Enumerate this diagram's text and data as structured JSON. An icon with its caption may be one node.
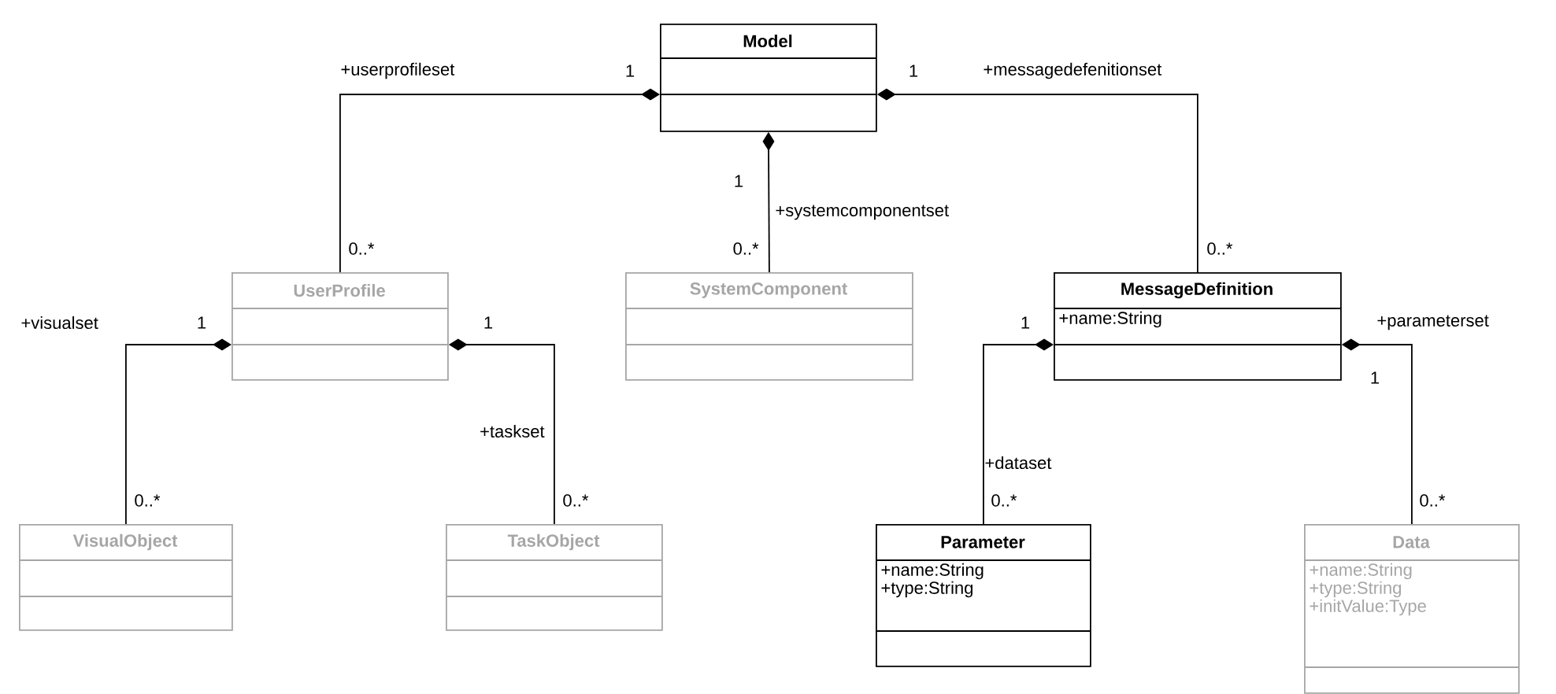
{
  "diagram": {
    "nodes": [
      {
        "text": [
          "Model"
        ]
      },
      {
        "text": [
          "UserProfile"
        ]
      },
      {
        "text": [
          "SystemComponent"
        ]
      },
      {
        "text": [
          "MessageDefinition",
          "+name:String"
        ]
      },
      {
        "text": [
          "VisualObject"
        ]
      },
      {
        "text": [
          "TaskObject"
        ]
      },
      {
        "text": [
          "Parameter",
          "+name:String",
          "+type:String"
        ]
      },
      {
        "text": [
          "Data",
          "+name:String",
          "+type:String",
          "+initValue:Type"
        ]
      }
    ],
    "edges": [
      {
        "from": 0,
        "to": 1,
        "arrow": "other",
        "label": "+userprofileset"
      },
      {
        "from": 0,
        "to": 3,
        "arrow": "other",
        "label": "+messagedefenitionset"
      },
      {
        "from": 0,
        "to": 2,
        "arrow": "other",
        "label": "+systemcomponentset"
      },
      {
        "from": 1,
        "to": 4,
        "arrow": "other",
        "label": "+visualset"
      },
      {
        "from": 1,
        "to": 5,
        "arrow": "other",
        "label": "+taskset"
      },
      {
        "from": 3,
        "to": 6,
        "arrow": "other",
        "label": "+dataset"
      },
      {
        "from": 3,
        "to": 7,
        "arrow": "other",
        "label": "+parameterset"
      }
    ],
    "labels": [
      "1",
      "1",
      "1",
      "0..*",
      "0..*",
      "0..*",
      "1",
      "1",
      "1",
      "1",
      "0..*",
      "0..*",
      "0..*",
      "0..*"
    ]
  }
}
